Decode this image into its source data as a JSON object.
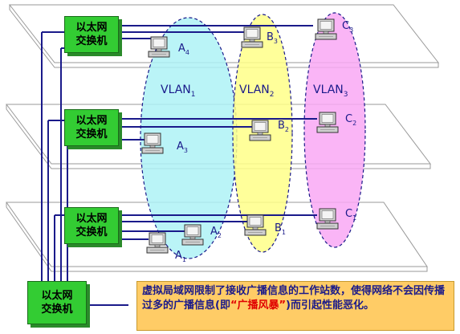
{
  "switch_label_line1": "以太网",
  "switch_label_line2": "交换机",
  "switches": [
    {
      "id": "floor-top"
    },
    {
      "id": "floor-middle"
    },
    {
      "id": "floor-bottom"
    },
    {
      "id": "root"
    }
  ],
  "vlans": [
    {
      "base": "VLAN",
      "sub": "1",
      "color": "#aef2f6"
    },
    {
      "base": "VLAN",
      "sub": "2",
      "color": "#ffff88"
    },
    {
      "base": "VLAN",
      "sub": "3",
      "color": "#f9a8f5"
    }
  ],
  "stations": [
    {
      "base": "A",
      "sub": "4"
    },
    {
      "base": "A",
      "sub": "3"
    },
    {
      "base": "A",
      "sub": "2"
    },
    {
      "base": "A",
      "sub": "1"
    },
    {
      "base": "B",
      "sub": "3"
    },
    {
      "base": "B",
      "sub": "2"
    },
    {
      "base": "B",
      "sub": "1"
    },
    {
      "base": "C",
      "sub": "3"
    },
    {
      "base": "C",
      "sub": "2"
    },
    {
      "base": "C",
      "sub": "1"
    }
  ],
  "note": {
    "part1": "虚拟局域网限制了接收广播信息的工作站数，使得网络不会因传播过多的广播信息(即",
    "highlight": "“广播风暴”",
    "part2": ")而引起性能恶化。"
  },
  "colors": {
    "switch": "#33cc33",
    "link": "#1a1a8a",
    "note_bg": "#ffcc66",
    "highlight": "#e00000"
  }
}
